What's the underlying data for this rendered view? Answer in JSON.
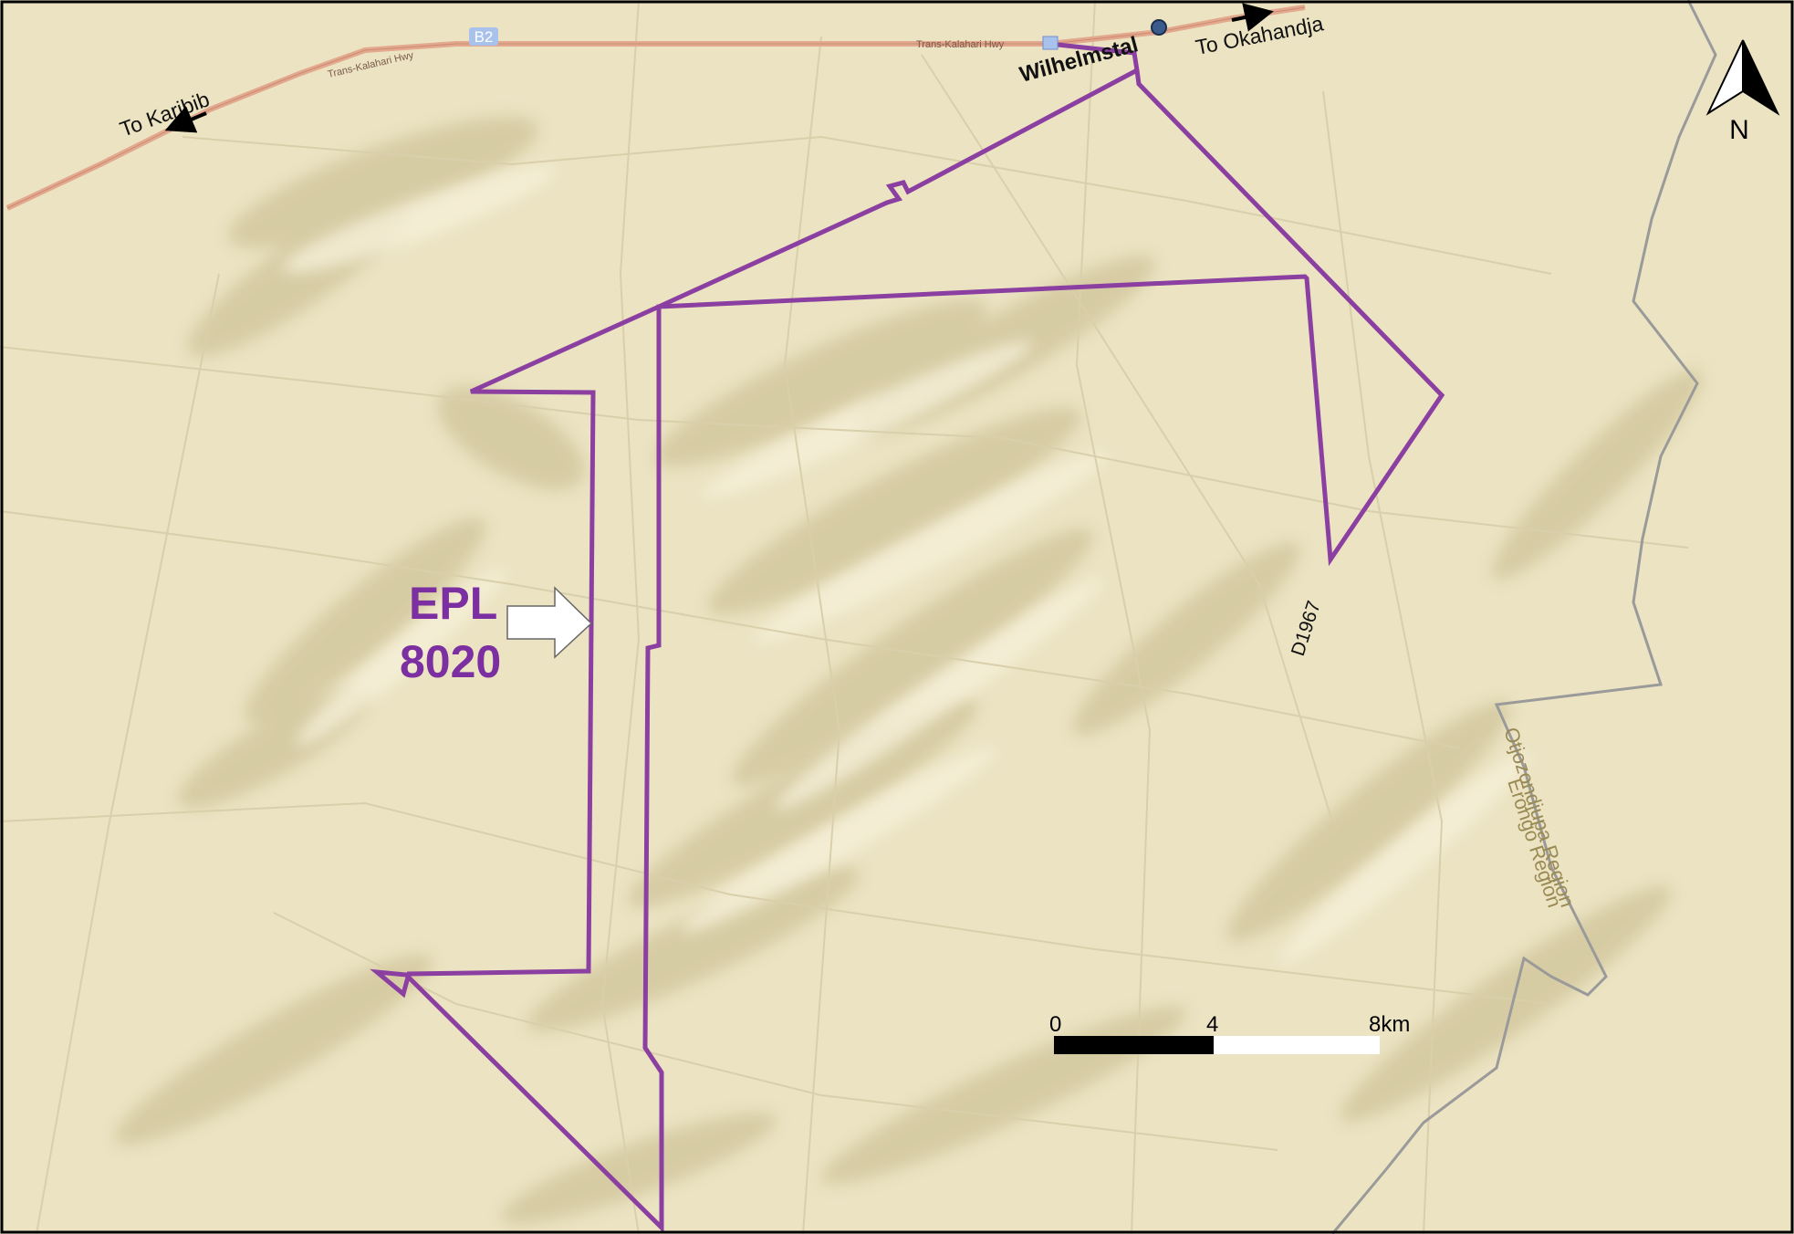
{
  "map": {
    "epl_label": {
      "line1": "EPL",
      "line2": "8020"
    },
    "places": {
      "wilhelmstal": "Wilhelmstal"
    },
    "directions": {
      "to_karibib": "To Karibib",
      "to_okahandja": "To Okahandja"
    },
    "roads": {
      "highway_name_1": "Trans-Kalahari Hwy",
      "highway_name_2": "Trans-Kalahari Hwy",
      "route_shield": "B2",
      "district_road": "D1967"
    },
    "regions": {
      "north": "Otjozondjupa Region",
      "south": "Erongo Region"
    },
    "north_arrow": {
      "label": "N"
    },
    "scale_bar": {
      "tick_0": "0",
      "tick_mid": "4",
      "tick_end": "8km"
    },
    "colors": {
      "background": "#ebe3c2",
      "relief_shadow": "#d3c89f",
      "relief_highlight": "#f6f0d9",
      "epl_boundary": "#8a3fa1",
      "epl_label": "#7b2fa0",
      "highway": "#e3a88d",
      "region_boundary": "#9a9a9a",
      "region_label": "#9a8a55",
      "minor_road": "#d9cfab"
    }
  }
}
